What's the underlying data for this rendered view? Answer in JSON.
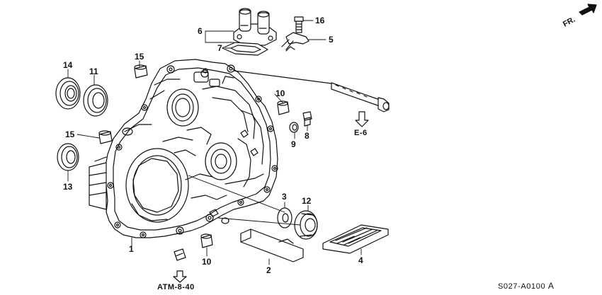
{
  "callouts": {
    "c1": "1",
    "c2": "2",
    "c3": "3",
    "c4": "4",
    "c5": "5",
    "c6": "6",
    "c7": "7",
    "c8": "8",
    "c9": "9",
    "c10a": "10",
    "c10b": "10",
    "c11": "11",
    "c12": "12",
    "c13": "13",
    "c14": "14",
    "c15a": "15",
    "c15b": "15",
    "c16": "16"
  },
  "references": {
    "e6": "E-6",
    "atm": "ATM-8-40"
  },
  "direction": "FR.",
  "diagram_code": "S027-A0100",
  "diagram_code_suffix": "A",
  "colors": {
    "ink": "#111111",
    "paper": "#ffffff"
  },
  "icons": [
    "front-direction-arrow-icon",
    "reference-arrow-icon"
  ]
}
